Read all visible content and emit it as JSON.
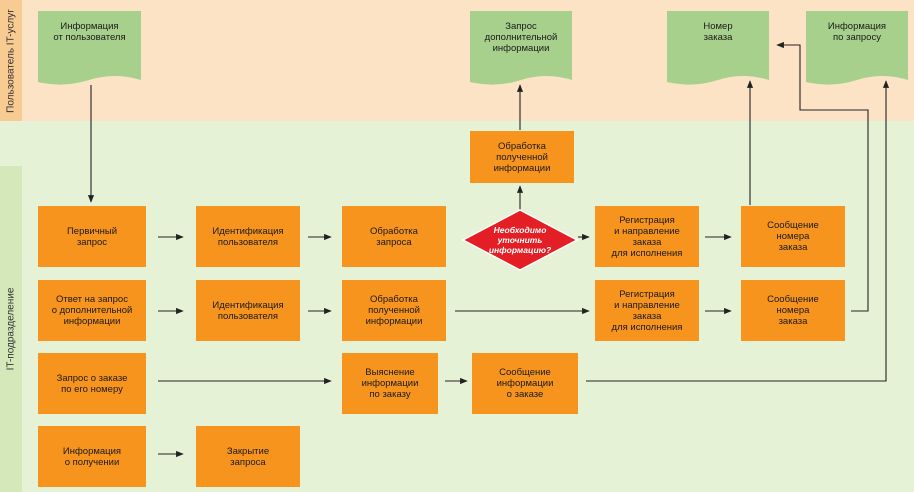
{
  "colors": {
    "top_band": "#fde3c6",
    "bottom_band": "#e6f2d6",
    "top_side": "#f8cb92",
    "bottom_side": "#d5e8b9",
    "process": "#f7941d",
    "document": "#a8d08d",
    "decision": "#e31e24",
    "line": "#222222"
  },
  "lanes": {
    "top": "Пользователь IT-услуг",
    "bottom": "IT-подразделение"
  },
  "documents": {
    "user_info": "Информация\nот пользователя",
    "request_more": "Запрос\nдополнительной\nинформации",
    "order_number": "Номер\nзаказа",
    "request_info": "Информация\nпо запросу"
  },
  "processes": {
    "primary_request": "Первичный\nзапрос",
    "identification_1": "Идентификация\nпользователя",
    "processing_request": "Обработка\nзапроса",
    "registration_1": "Регистрация\nи направление\nзаказа\nдля исполнения",
    "message_1": "Сообщение\nномера\nзаказа",
    "processing_received_top": "Обработка\nполученной\nинформации",
    "answer_request": "Ответ на запрос\nо дополнительной\nинформации",
    "identification_2": "Идентификация\nпользователя",
    "processing_received": "Обработка\nполученной\nинформации",
    "registration_2": "Регистрация\nи направление\nзаказа\nдля исполнения",
    "message_2": "Сообщение\nномера\nзаказа",
    "order_request": "Запрос о заказе\nпо его номеру",
    "clarify": "Выяснение\nинформации\nпо заказу",
    "message_info": "Сообщение\nинформации\nо заказе",
    "info_received": "Информация\nо получении",
    "close_request": "Закрытие\nзапроса"
  },
  "decision": "Необходимо\nуточнить\nинформацию?"
}
